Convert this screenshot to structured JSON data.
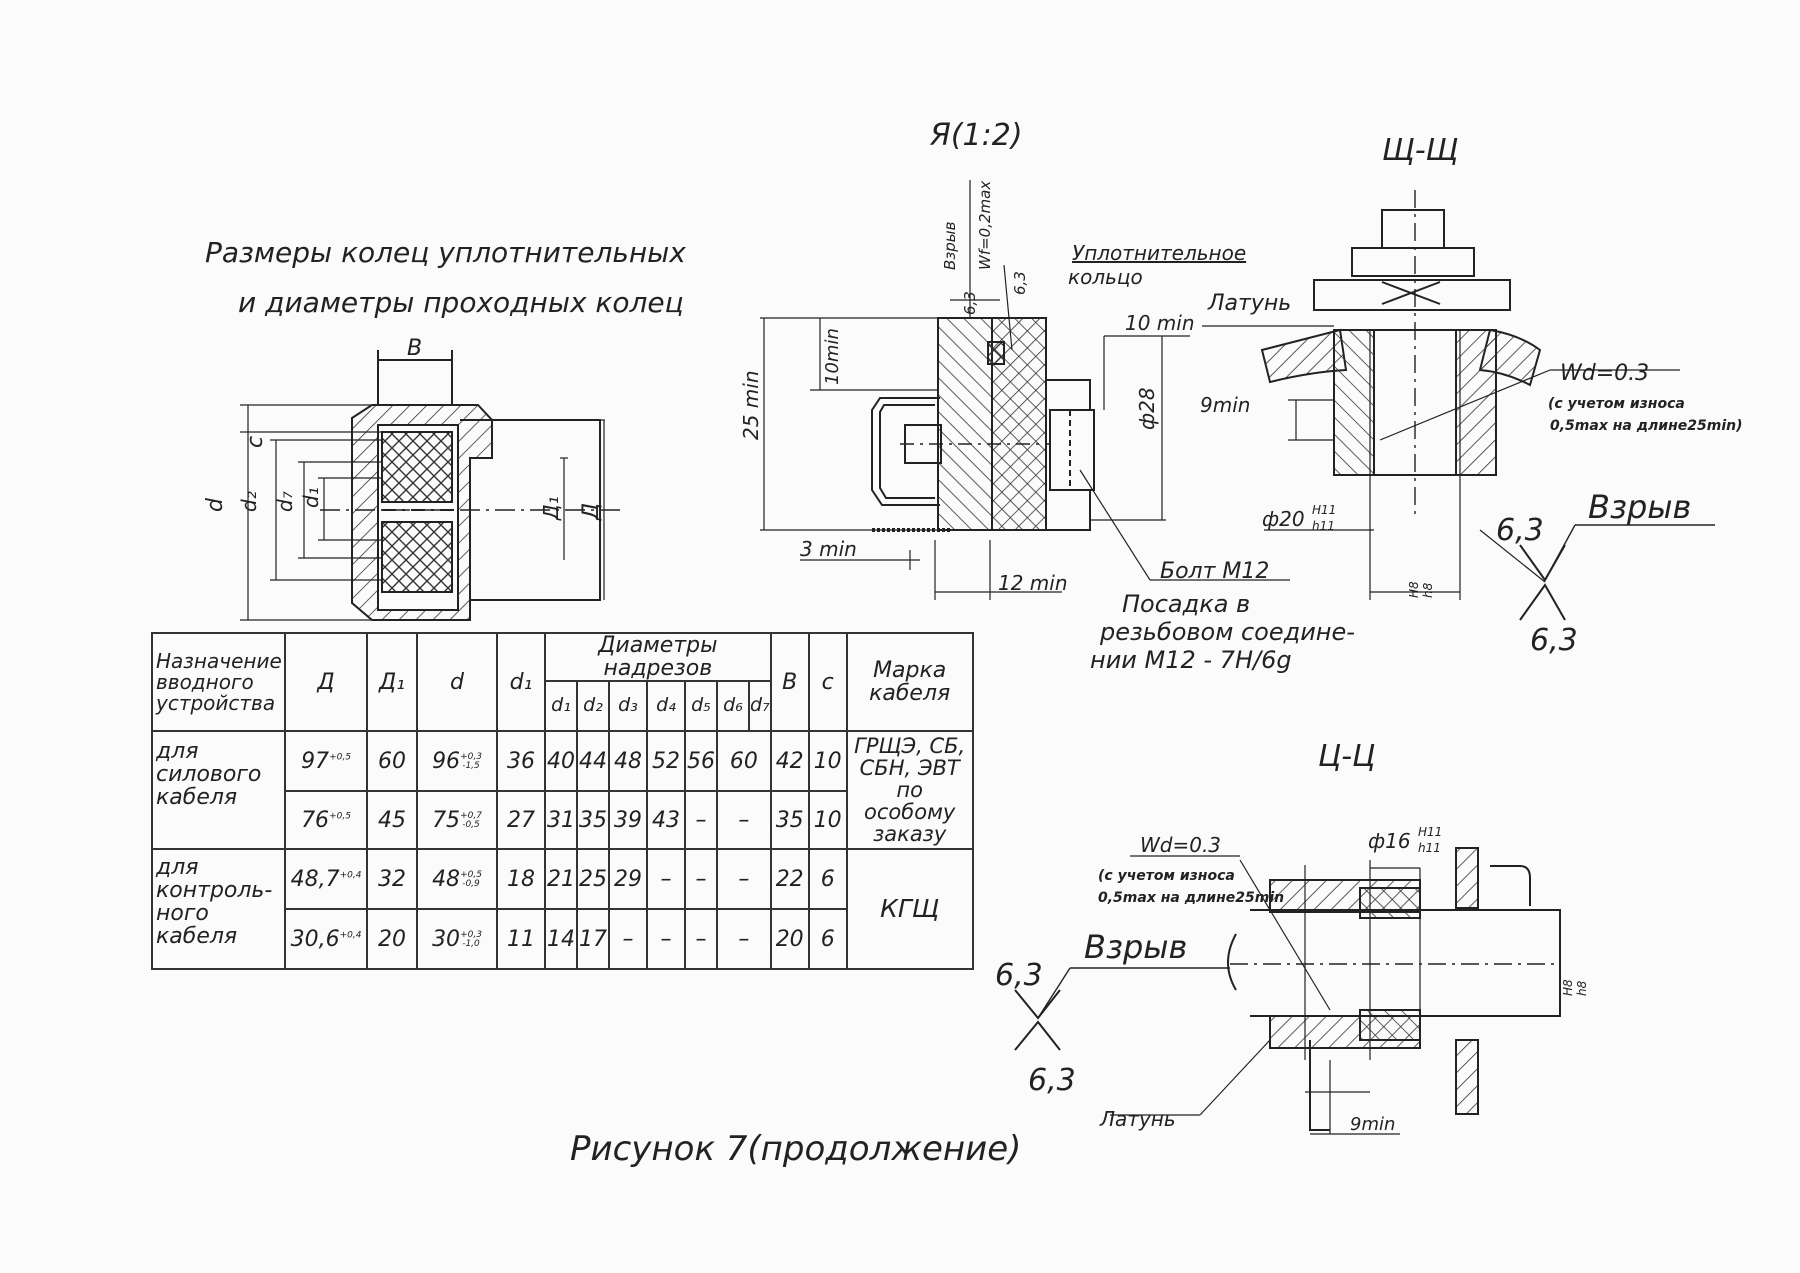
{
  "titles": {
    "rings_title_line1": "Размеры колец уплотнительных",
    "rings_title_line2": "и диаметры проходных колец",
    "view_ya": "Я(1:2)",
    "section_shch": "Щ-Щ",
    "section_ts": "Ц-Ц",
    "caption": "Рисунок 7(продолжение)"
  },
  "ring_drawing": {
    "dim_B": "В",
    "dim_c": "с",
    "dim_d": "d",
    "dim_d2": "d₂",
    "dim_d7": "d₇",
    "dim_d1": "d₁",
    "dim_D1": "Д₁",
    "dim_D": "Д"
  },
  "view_ya": {
    "vzryv": "Взрыв",
    "wf": "Wf=0,2max",
    "r1": "6,3",
    "r2": "6,3",
    "seal_label_1": "Уплотнительное",
    "seal_label_2": "кольцо",
    "dim_10min_top": "10 min",
    "dim_10min_side": "10min",
    "dim_25min": "25 min",
    "dim_phi28": "ф28",
    "dim_3min": "3 min",
    "dim_12min": "12 min",
    "bolt": "Болт М12",
    "fit_1": "Посадка в",
    "fit_2": "резьбовом соедине-",
    "fit_3": "нии М12 - 7Н/6g"
  },
  "section_shch": {
    "latun": "Латунь",
    "wd": "Wd=0.3",
    "wear_1": "(с учетом износа",
    "wear_2": "0,5max на длине25min)",
    "dim_9min": "9min",
    "dim_phi20": "ф20",
    "fit_h11": "Н11",
    "fit_h11b": "h11",
    "fit_h8": "Н8",
    "fit_h8b": "h8",
    "vzryv": "Взрыв",
    "r_top": "6,3",
    "r_bot": "6,3"
  },
  "section_ts": {
    "wd": "Wd=0.3",
    "wear_1": "(с учетом износа",
    "wear_2": "0,5max на длине25min",
    "dim_phi16": "ф16",
    "fit_h11": "Н11",
    "fit_h11b": "h11",
    "fit_h8": "Н8",
    "fit_h8b": "h8",
    "vzryv": "Взрыв",
    "r_top": "6,3",
    "r_bot": "6,3",
    "latun": "Латунь",
    "dim_9min": "9min"
  },
  "table": {
    "hdr_purpose": "Назначение вводного устройства",
    "hdr_D": "Д",
    "hdr_D1": "Д₁",
    "hdr_d": "d",
    "hdr_d1": "d₁",
    "hdr_diam": "Диаметры надрезов",
    "hdr_sub": [
      "d₁",
      "d₂",
      "d₃",
      "d₄",
      "d₅",
      "d₆"
    ],
    "hdr_sub_last": "d₇",
    "hdr_B": "В",
    "hdr_c": "с",
    "hdr_brand": "Марка кабеля",
    "group1_label": "для силового кабеля",
    "group2_label": "для контроль-ного кабеля",
    "group1_brand": "ГРЩЭ, СБ, СБН, ЭВТ по особому заказу",
    "group2_brand": "КГЩ",
    "rows": [
      {
        "D": "97",
        "D_tol": "+0,5",
        "D1": "60",
        "d": "96",
        "d_tol_up": "+0,3",
        "d_tol_dn": "-1,5",
        "d1": "36",
        "cuts": [
          "40",
          "44",
          "48",
          "52",
          "56",
          "60"
        ],
        "B": "42",
        "c": "10"
      },
      {
        "D": "76",
        "D_tol": "+0,5",
        "D1": "45",
        "d": "75",
        "d_tol_up": "+0,7",
        "d_tol_dn": "-0,5",
        "d1": "27",
        "cuts": [
          "31",
          "35",
          "39",
          "43",
          "–",
          "–"
        ],
        "B": "35",
        "c": "10"
      },
      {
        "D": "48,7",
        "D_tol": "+0,4",
        "D1": "32",
        "d": "48",
        "d_tol_up": "+0,5",
        "d_tol_dn": "-0,9",
        "d1": "18",
        "cuts": [
          "21",
          "25",
          "29",
          "–",
          "–",
          "–"
        ],
        "B": "22",
        "c": "6"
      },
      {
        "D": "30,6",
        "D_tol": "+0,4",
        "D1": "20",
        "d": "30",
        "d_tol_up": "+0,3",
        "d_tol_dn": "-1,0",
        "d1": "11",
        "cuts": [
          "14",
          "17",
          "–",
          "–",
          "–",
          "–"
        ],
        "B": "20",
        "c": "6"
      }
    ]
  }
}
